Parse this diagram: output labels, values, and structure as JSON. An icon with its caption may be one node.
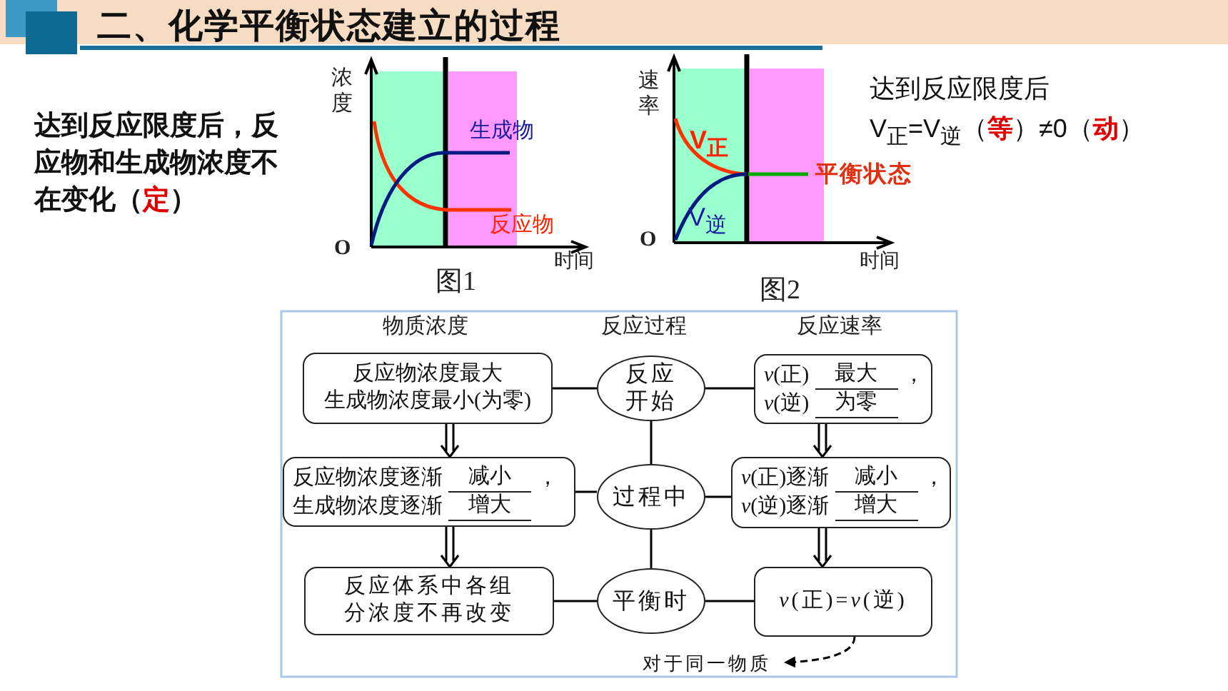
{
  "diagram": {
    "title": "二、化学平衡状态建立的过程",
    "nodes": [
      {
        "text": [
          "反应物浓度最大",
          "生成物浓度最小(为零)"
        ]
      },
      {
        "text": [
          "反应开始"
        ]
      },
      {
        "text": [
          "*v*(正)",
          "最大",
          "，",
          "*v*(逆)",
          "为零"
        ]
      },
      {
        "text": [
          "反应物浓度逐渐",
          "减小",
          "，",
          "生成物浓度逐渐",
          "增大"
        ]
      },
      {
        "text": [
          "过程中"
        ]
      },
      {
        "text": [
          "*v*(正)逐渐",
          "减小",
          "，",
          "*v*(逆)逐渐",
          "增大"
        ]
      },
      {
        "text": [
          "反应体系中各组分浓度不再改变"
        ]
      },
      {
        "text": [
          "平衡时"
        ]
      },
      {
        "text": [
          "*v*(正)=*v*(逆)"
        ]
      },
      {
        "text": [
          "对于同一物质"
        ]
      }
    ],
    "edges": [
      {
        "from": 0,
        "to": 1,
        "arrow": "none"
      },
      {
        "from": 1,
        "to": 2,
        "arrow": "none"
      },
      {
        "from": 0,
        "to": 3,
        "arrow": "to"
      },
      {
        "from": 2,
        "to": 5,
        "arrow": "to"
      },
      {
        "from": 1,
        "to": 4,
        "arrow": "none"
      },
      {
        "from": 3,
        "to": 4,
        "arrow": "none"
      },
      {
        "from": 4,
        "to": 5,
        "arrow": "none"
      },
      {
        "from": 3,
        "to": 6,
        "arrow": "to"
      },
      {
        "from": 5,
        "to": 8,
        "arrow": "to"
      },
      {
        "from": 4,
        "to": 7,
        "arrow": "none"
      },
      {
        "from": 6,
        "to": 7,
        "arrow": "none"
      },
      {
        "from": 7,
        "to": 8,
        "arrow": "none"
      },
      {
        "from": 8,
        "to": 9,
        "arrow": "to",
        "style": "dashed"
      }
    ],
    "labels": [
      "浓度",
      "生成物",
      "反应物",
      "O",
      "时间",
      "图1",
      "速率",
      "V$_{正}$",
      "V$_{逆}$",
      "平衡状态",
      "O",
      "时间",
      "图2",
      "达到反应限度后，反应物和生成物浓度不在变化（**定**）",
      "达到反应限度后",
      "V$_{正}$=V$_{逆}$（**等**）≠0（**动**）",
      "物质浓度",
      "反应过程",
      "反应速率"
    ]
  }
}
